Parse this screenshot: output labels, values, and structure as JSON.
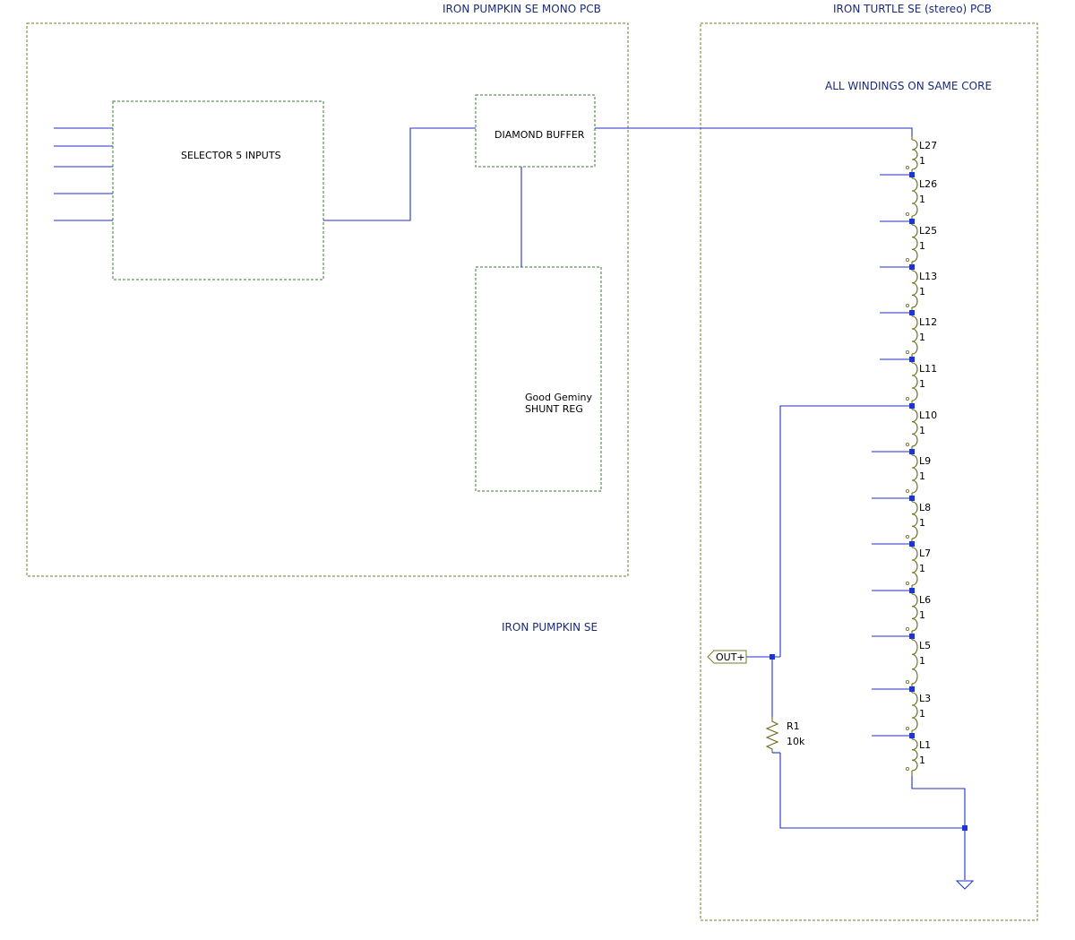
{
  "colors": {
    "wire": "#2030c8",
    "junction": "#1a36d8",
    "text": "#1a2a7a",
    "component": "#6a6a1a",
    "boundary": "#7a7a2a"
  },
  "pcb_left": {
    "title": "IRON PUMPKIN SE MONO PCB"
  },
  "pcb_right": {
    "title": "IRON TURTLE SE (stereo) PCB",
    "note": "ALL WINDINGS ON SAME CORE"
  },
  "blocks": {
    "selector": "SELECTOR 5 INPUTS",
    "buffer": "DIAMOND BUFFER",
    "shunt_line1": "Good Geminy",
    "shunt_line2": "SHUNT REG"
  },
  "project_title": "IRON PUMPKIN SE",
  "output_port": "OUT+",
  "resistor": {
    "name": "R1",
    "value": "10k"
  },
  "inductors": [
    {
      "name": "L27",
      "value": "1"
    },
    {
      "name": "L26",
      "value": "1"
    },
    {
      "name": "L25",
      "value": "1"
    },
    {
      "name": "L13",
      "value": "1"
    },
    {
      "name": "L12",
      "value": "1"
    },
    {
      "name": "L11",
      "value": "1"
    },
    {
      "name": "L10",
      "value": "1"
    },
    {
      "name": "L9",
      "value": "1"
    },
    {
      "name": "L8",
      "value": "1"
    },
    {
      "name": "L7",
      "value": "1"
    },
    {
      "name": "L6",
      "value": "1"
    },
    {
      "name": "L5",
      "value": "1"
    },
    {
      "name": "L3",
      "value": "1"
    },
    {
      "name": "L1",
      "value": "1"
    }
  ],
  "symbols": {
    "ground": "ground-icon",
    "inductor": "inductor-icon",
    "resistor": "resistor-icon"
  }
}
